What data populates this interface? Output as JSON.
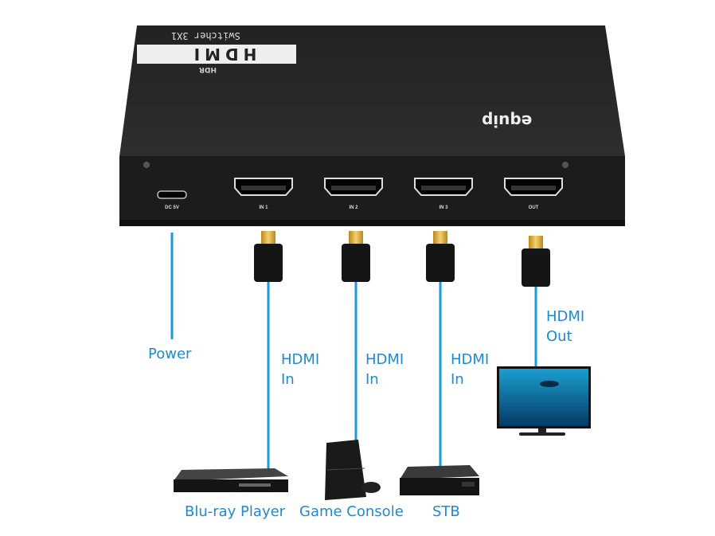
{
  "device": {
    "brand": "equip",
    "product_line1": "HDR",
    "product_line2": "HDMI",
    "product_line3": "Switcher 3X1",
    "ports": [
      "DC 5V",
      "IN 1",
      "IN 2",
      "IN 3",
      "OUT"
    ]
  },
  "labels": {
    "power": "Power",
    "in1": [
      "HDMI",
      "In"
    ],
    "in2": [
      "HDMI",
      "In"
    ],
    "in3": [
      "HDMI",
      "In"
    ],
    "out": [
      "HDMI",
      "Out"
    ]
  },
  "devices": [
    "Blu-ray Player",
    "Game Console",
    "STB"
  ],
  "colors": {
    "cable": "#1a9ad6",
    "label": "#1f8ad0",
    "device_body": "#2a2a2a"
  }
}
